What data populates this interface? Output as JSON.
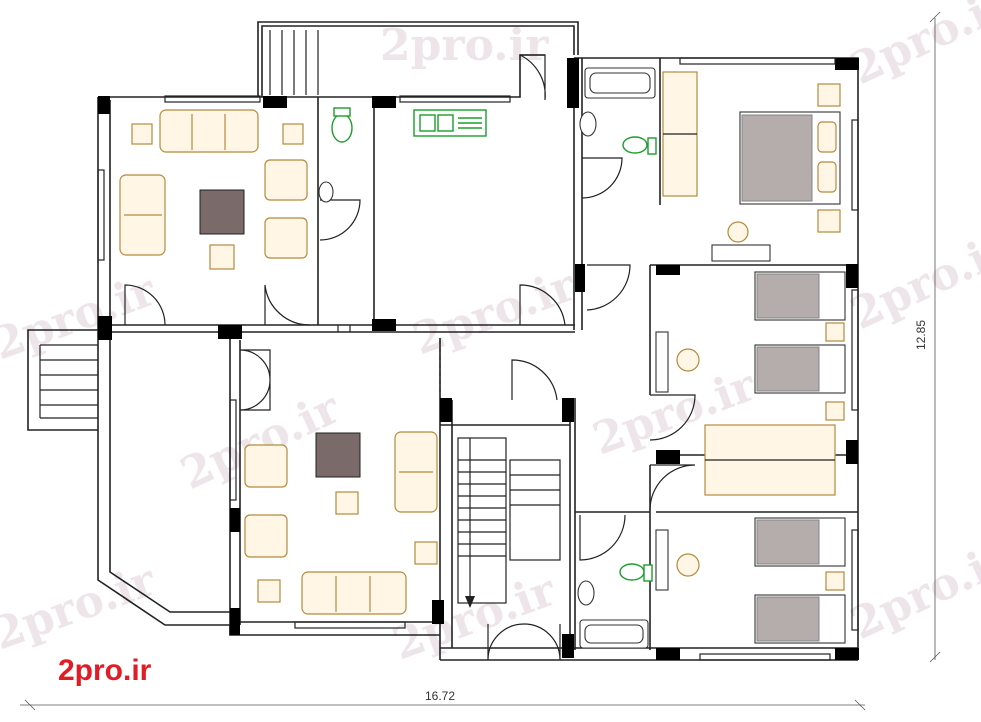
{
  "plan": {
    "width_label": "16.72",
    "height_label": "12.85"
  },
  "branding": {
    "logo_text": "2pro.ir",
    "watermark_text": "2pro.ir"
  },
  "colors": {
    "walls": "#222222",
    "pillars": "#000000",
    "furniture": "#b58a3c",
    "sanitary": "#1a9e2c",
    "logo": "#e21c24"
  }
}
